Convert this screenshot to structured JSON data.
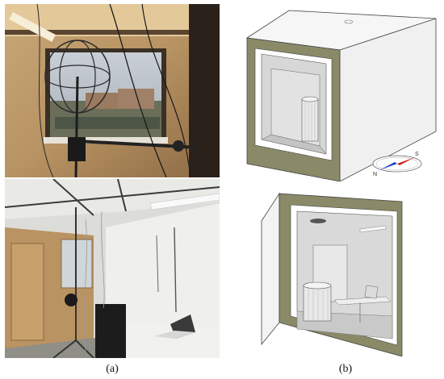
{
  "figure": {
    "panel_a_label": "(a)",
    "panel_b_label": "(b)"
  },
  "compass": {
    "north_label": "N",
    "south_label": "S",
    "north_color": "#2040c0",
    "south_color": "#d02020"
  },
  "colors": {
    "insulation_wall": "#8a8a68",
    "box_face": "#f2f2f2",
    "box_side": "#e6e6e6",
    "interior": "#d7d7d7"
  }
}
